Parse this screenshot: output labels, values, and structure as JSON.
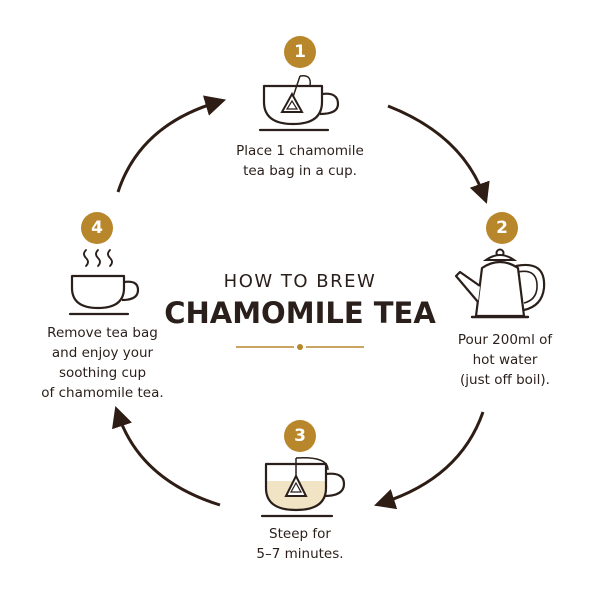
{
  "header": {
    "subtitle": "HOW TO BREW",
    "title": "CHAMOMILE TEA"
  },
  "steps": [
    {
      "number": "1",
      "lines": [
        "Place 1 chamomile",
        "tea bag in a cup."
      ],
      "icon": "cup-with-teabag-icon"
    },
    {
      "number": "2",
      "lines": [
        "Pour 200ml of",
        "hot water",
        "(just off boil)."
      ],
      "icon": "kettle-icon"
    },
    {
      "number": "3",
      "lines": [
        "Steep for",
        "5–7 minutes."
      ],
      "icon": "cup-steeping-icon"
    },
    {
      "number": "4",
      "lines": [
        "Remove tea bag",
        "and enjoy your",
        "soothing cup",
        "of chamomile tea."
      ],
      "icon": "steaming-cup-icon"
    }
  ],
  "colors": {
    "accent": "#b8862b",
    "ink": "#2a1f1a",
    "tea": "#f1e4c4",
    "arrow": "#2e1d14"
  }
}
